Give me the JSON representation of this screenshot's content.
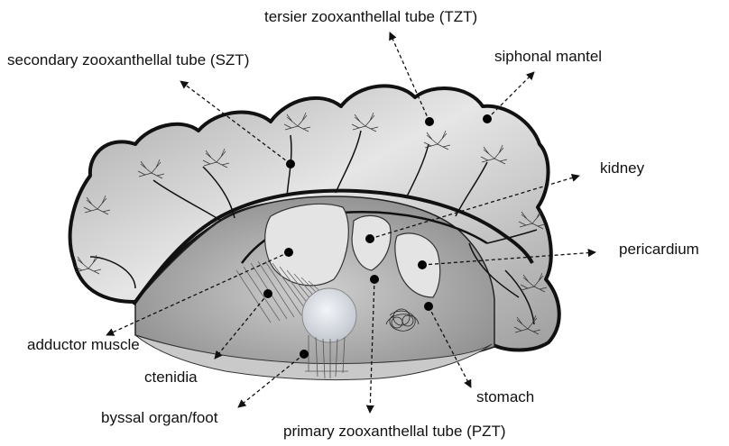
{
  "labels": {
    "tzt": "tersier zooxanthellal tube (TZT)",
    "szt": "secondary zooxanthellal tube (SZT)",
    "siphonal_mantel": "siphonal mantel",
    "kidney": "kidney",
    "pericardium": "pericardium",
    "adductor_muscle": "adductor muscle",
    "ctenidia": "ctenidia",
    "stomach": "stomach",
    "byssal_organ": "byssal organ/foot",
    "pzt": "primary zooxanthellal tube (PZT)"
  },
  "colors": {
    "outline": "#111111",
    "organ_fill": "#e4e4e4",
    "body_fill": "#b8b8b8",
    "mantle_light": "#e9e9e9",
    "mantle_dark": "#a6a6a6"
  }
}
